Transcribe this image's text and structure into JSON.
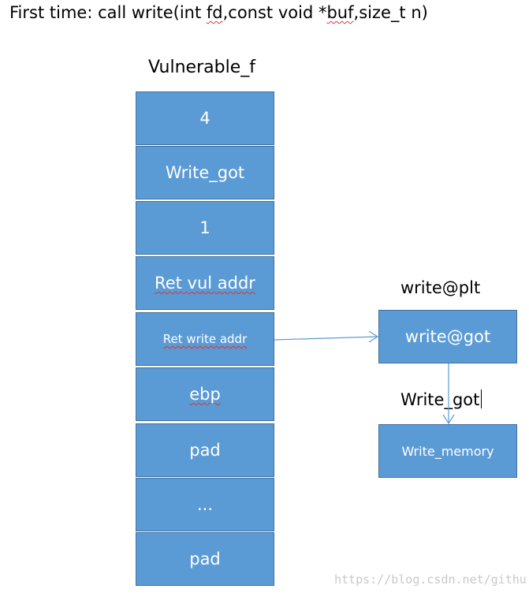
{
  "title": {
    "prefix": "First time: call write(int ",
    "fd": "fd",
    "mid": ",const void *",
    "buf": "buf",
    "suffix": ",size_t n)"
  },
  "stack": {
    "label": "Vulnerable_f",
    "cells": [
      "4",
      "Write_got",
      "1",
      "Ret vul addr",
      "Ret write addr",
      "ebp",
      "pad",
      "...",
      "pad"
    ]
  },
  "plt": {
    "label": "write@plt",
    "got_box": "write@got",
    "got_label": "Write_got",
    "memory_box": "Write_memory"
  },
  "watermark": "https://blog.csdn.net/githu",
  "colors": {
    "box_fill": "#5b9bd5",
    "box_border": "#41719c",
    "arrow": "#5b9bd5"
  }
}
